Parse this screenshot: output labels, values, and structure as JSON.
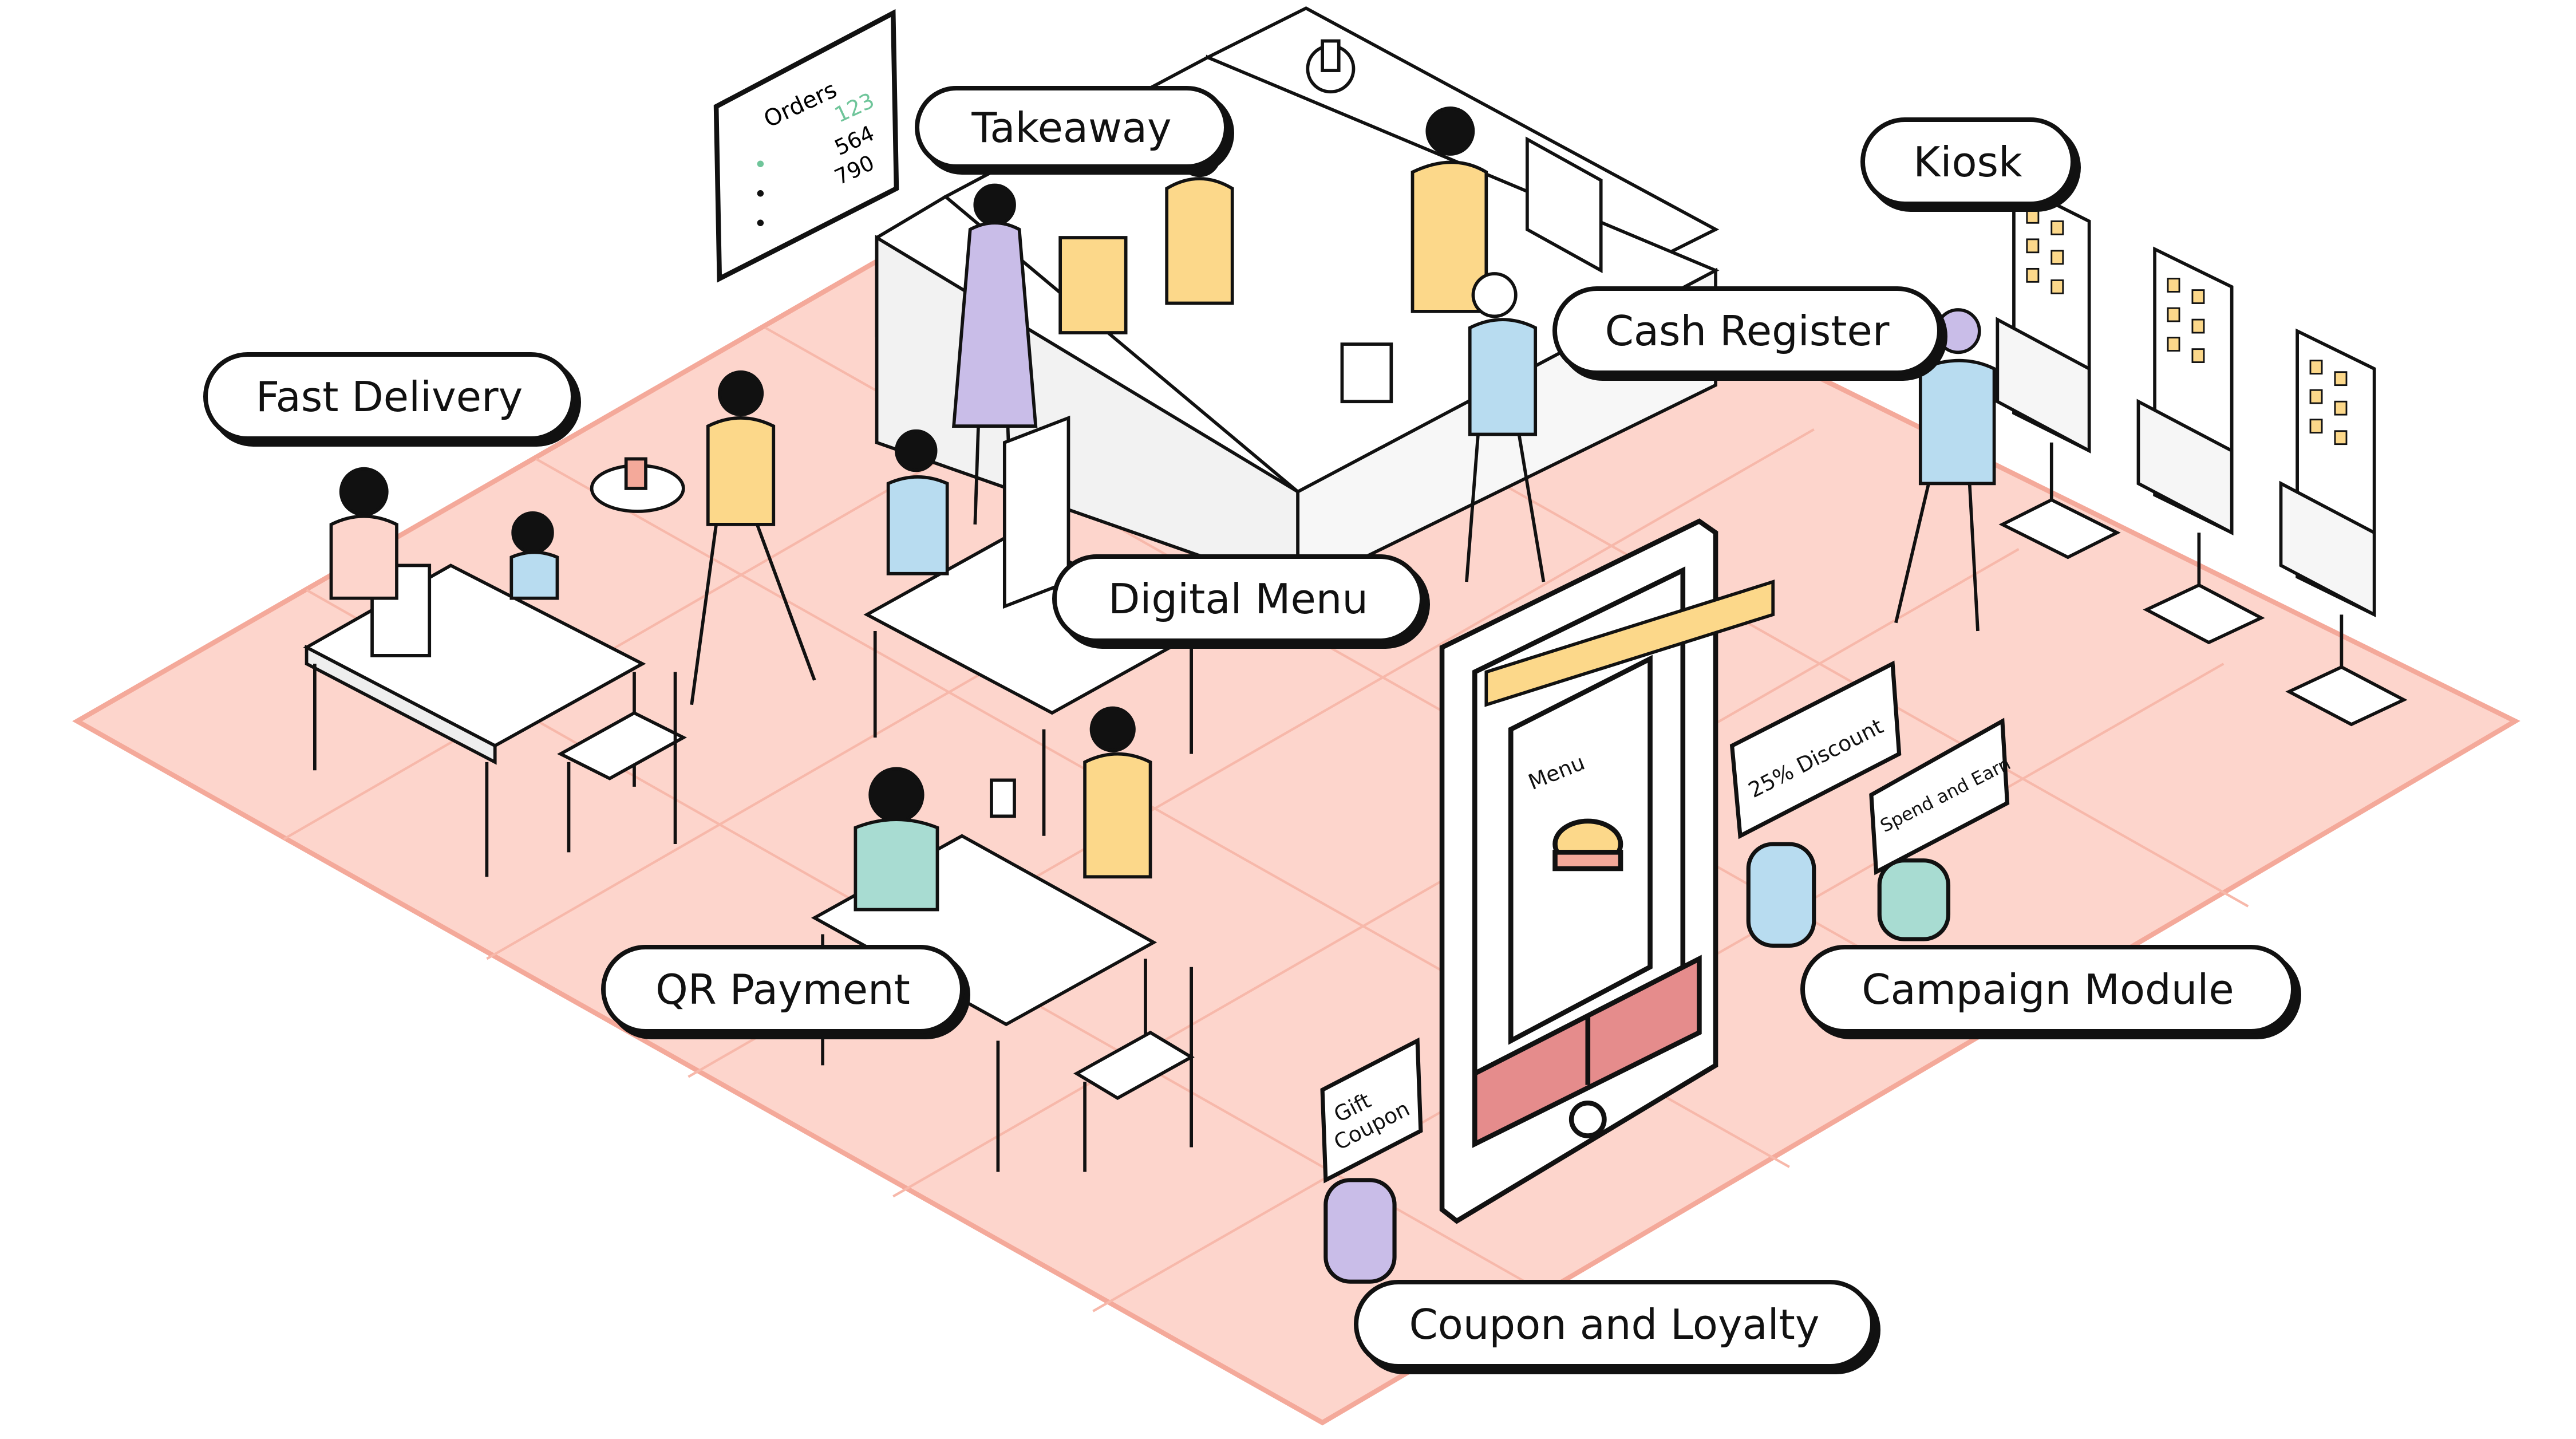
{
  "labels": {
    "takeaway": "Takeaway",
    "kiosk": "Kiosk",
    "fast_delivery": "Fast Delivery",
    "cash_register": "Cash Register",
    "digital_menu": "Digital Menu",
    "qr_payment": "QR Payment",
    "campaign_module": "Campaign Module",
    "coupon_loyalty": "Coupon and Loyalty"
  },
  "orders_board": {
    "title": "Orders",
    "numbers": [
      "123",
      "564",
      "790"
    ]
  },
  "phone": {
    "menu_label": "Menu"
  },
  "signs": {
    "discount": "25% Discount",
    "spend_earn": "Spend and Earn",
    "gift_line1": "Gift",
    "gift_line2": "Coupon"
  },
  "colors": {
    "floor": "#fdd5cc",
    "floor_line": "#f4a99a",
    "outline": "#111111",
    "yellow": "#fcd88a",
    "lavender": "#c9bde8",
    "light_blue": "#b8dcf0",
    "teal": "#a8dcd2",
    "red_button": "#e58c8c",
    "green_number": "#6fc59a"
  }
}
